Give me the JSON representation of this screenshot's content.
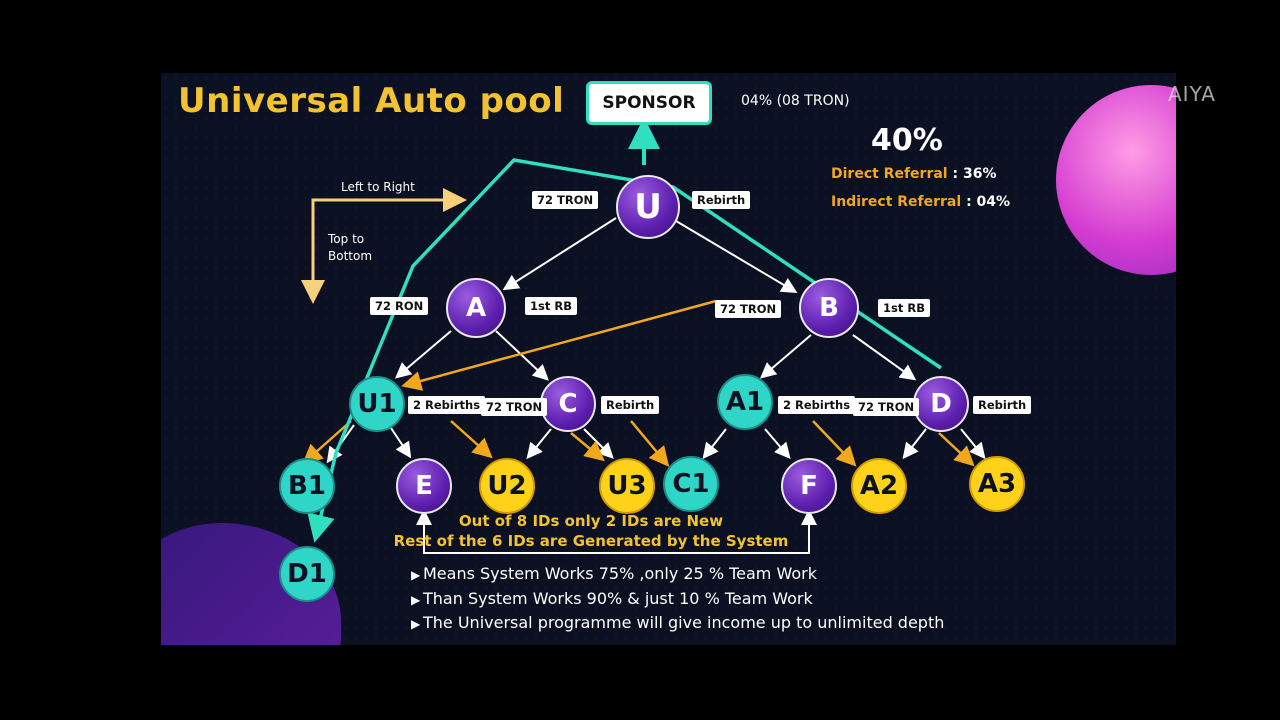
{
  "title": "Universal Auto pool",
  "sponsor": "SPONSOR",
  "sponsor_pct": "04% (08 TRON)",
  "big_pct": "40%",
  "direct": {
    "label": "Direct Referral",
    "value": ": 36%"
  },
  "indirect": {
    "label": "Indirect Referral",
    "value": ": 04%"
  },
  "dir": {
    "ltr": "Left to Right",
    "ttb1": "Top to",
    "ttb2": "Bottom"
  },
  "nodes": {
    "U": "U",
    "A": "A",
    "B": "B",
    "U1": "U1",
    "C": "C",
    "A1": "A1",
    "D": "D",
    "B1": "B1",
    "E": "E",
    "U2": "U2",
    "U3": "U3",
    "C1": "C1",
    "F": "F",
    "A2": "A2",
    "A3": "A3",
    "D1": "D1"
  },
  "tags": {
    "u_left": "72 TRON",
    "u_right": "Rebirth",
    "a_left": "72 RON",
    "a_right": "1st RB",
    "b_left": "72 TRON",
    "b_right": "1st RB",
    "u1_right": "2 Rebirths",
    "c_left": "72 TRON",
    "c_right": "Rebirth",
    "a1_right": "2 Rebirths",
    "d_left": "72 TRON",
    "d_right": "Rebirth"
  },
  "notes": {
    "line1": "Out of 8 IDs only 2 IDs are New",
    "line2": "Rest of the 6 IDs are Generated by the System"
  },
  "bullets": [
    "Means System Works 75% ,only 25 % Team Work",
    "Than System Works 90% & just 10 % Team Work",
    "The Universal programme will give income up to unlimited depth"
  ],
  "watermark": "AIYA",
  "colors": {
    "title": "#f2c230",
    "cyan": "#2ee0c0",
    "orange": "#f2a81e",
    "purple": "#5d1fae",
    "yellow": "#ffd21a"
  }
}
